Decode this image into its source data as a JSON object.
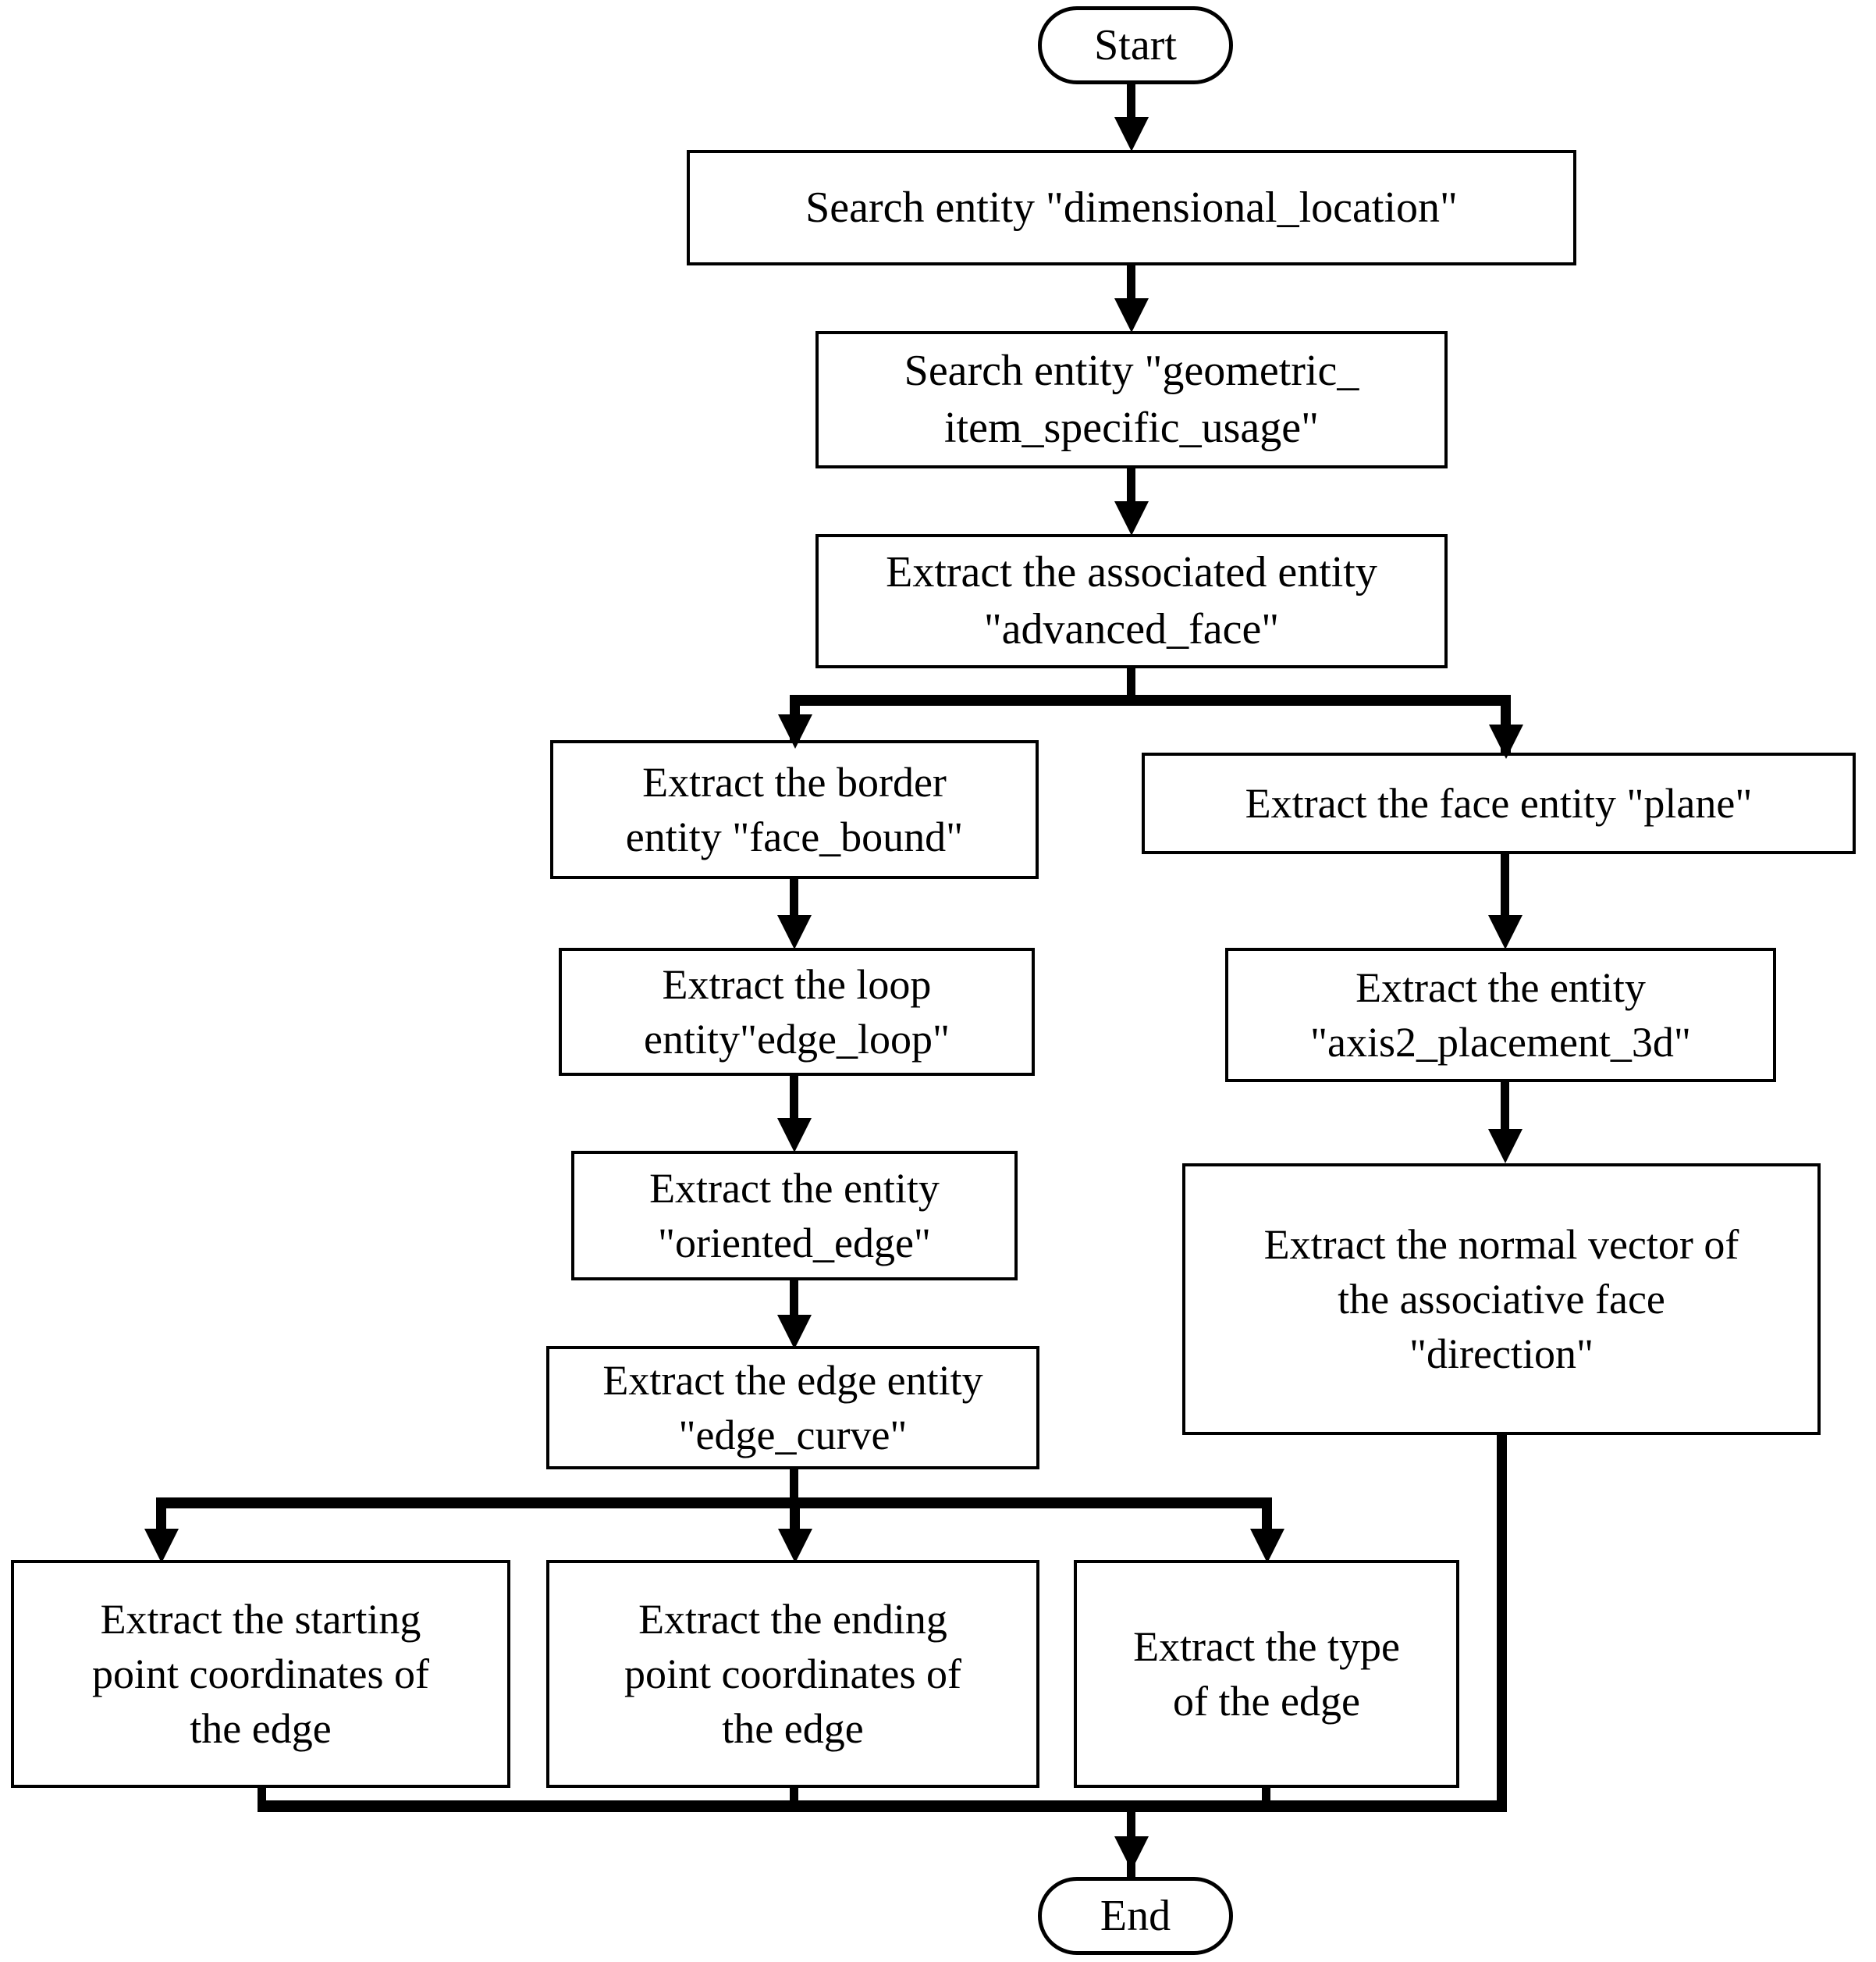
{
  "diagram": {
    "type": "flowchart",
    "orientation": "top-to-bottom",
    "line_color": "#000000",
    "fill_color": "#ffffff",
    "nodes": {
      "start": {
        "shape": "terminal",
        "text": "Start"
      },
      "search_dimloc": {
        "shape": "process",
        "text": "Search entity \"dimensional_location\""
      },
      "search_gisu": {
        "shape": "process",
        "text": "Search entity \"geometric_\nitem_specific_usage\""
      },
      "extract_adv_face": {
        "shape": "process",
        "text": "Extract the associated entity\n\"advanced_face\""
      },
      "face_bound": {
        "shape": "process",
        "text": "Extract the border\nentity \"face_bound\""
      },
      "plane": {
        "shape": "process",
        "text": "Extract the face entity \"plane\""
      },
      "edge_loop": {
        "shape": "process",
        "text": "Extract the loop\nentity\"edge_loop\""
      },
      "axis2_placement": {
        "shape": "process",
        "text": "Extract the entity\n\"axis2_placement_3d\""
      },
      "oriented_edge": {
        "shape": "process",
        "text": "Extract the entity\n\"oriented_edge\""
      },
      "direction": {
        "shape": "process",
        "text": "Extract the normal vector of\nthe associative face\n\"direction\""
      },
      "edge_curve": {
        "shape": "process",
        "text": "Extract the edge entity\n\"edge_curve\""
      },
      "start_point": {
        "shape": "process",
        "text": "Extract the starting\npoint coordinates of\nthe edge"
      },
      "end_point": {
        "shape": "process",
        "text": "Extract the ending\npoint coordinates of\nthe edge"
      },
      "edge_type": {
        "shape": "process",
        "text": "Extract the type\nof the edge"
      },
      "end": {
        "shape": "terminal",
        "text": "End"
      }
    },
    "edges": [
      {
        "from": "start",
        "to": "search_dimloc",
        "kind": "arrow"
      },
      {
        "from": "search_dimloc",
        "to": "search_gisu",
        "kind": "arrow"
      },
      {
        "from": "search_gisu",
        "to": "extract_adv_face",
        "kind": "arrow"
      },
      {
        "from": "extract_adv_face",
        "to": "face_bound",
        "kind": "fork-arrow"
      },
      {
        "from": "extract_adv_face",
        "to": "plane",
        "kind": "fork-arrow"
      },
      {
        "from": "face_bound",
        "to": "edge_loop",
        "kind": "arrow"
      },
      {
        "from": "edge_loop",
        "to": "oriented_edge",
        "kind": "arrow"
      },
      {
        "from": "oriented_edge",
        "to": "edge_curve",
        "kind": "arrow"
      },
      {
        "from": "plane",
        "to": "axis2_placement",
        "kind": "arrow"
      },
      {
        "from": "axis2_placement",
        "to": "direction",
        "kind": "arrow"
      },
      {
        "from": "edge_curve",
        "to": "start_point",
        "kind": "fork-arrow"
      },
      {
        "from": "edge_curve",
        "to": "end_point",
        "kind": "fork-arrow"
      },
      {
        "from": "edge_curve",
        "to": "edge_type",
        "kind": "fork-arrow"
      },
      {
        "from": "start_point",
        "to": "end",
        "kind": "merge-arrow"
      },
      {
        "from": "end_point",
        "to": "end",
        "kind": "merge-arrow"
      },
      {
        "from": "edge_type",
        "to": "end",
        "kind": "merge-arrow"
      },
      {
        "from": "direction",
        "to": "end",
        "kind": "merge-arrow"
      }
    ]
  }
}
